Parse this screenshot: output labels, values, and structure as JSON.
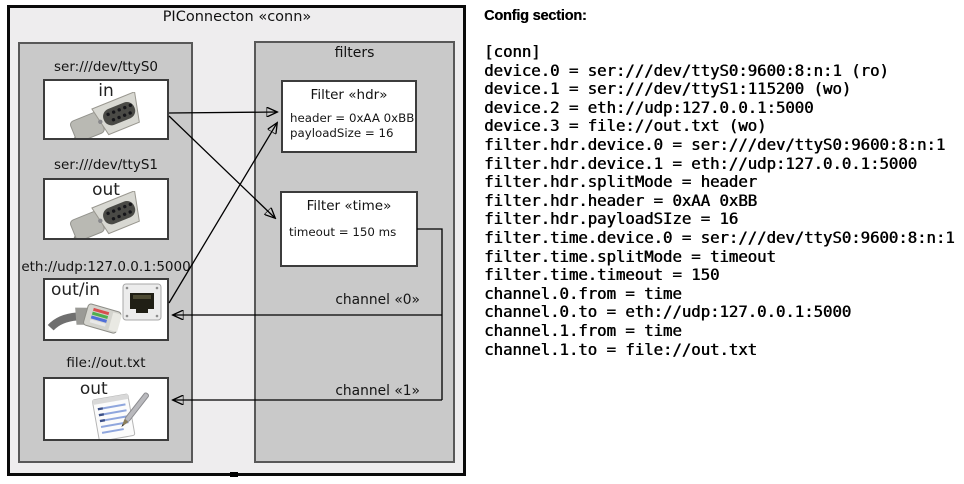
{
  "diagram": {
    "title": "PIConnecton «conn»",
    "devices": [
      {
        "label": "ser:///dev/ttyS0",
        "direction": "in",
        "icon": "serial-port-photo"
      },
      {
        "label": "ser:///dev/ttyS1",
        "direction": "out",
        "icon": "serial-port-photo"
      },
      {
        "label": "eth://udp:127.0.0.1:5000",
        "direction": "out/in",
        "icon": "ethernet-cable-photo"
      },
      {
        "label": "file://out.txt",
        "direction": "out",
        "icon": "notepad-icon"
      }
    ],
    "filters_title": "filters",
    "filters": [
      {
        "title": "Filter «hdr»",
        "attributes": [
          "header = 0xAA 0xBB",
          "payloadSize = 16"
        ]
      },
      {
        "title": "Filter «time»",
        "attributes": [
          "timeout = 150 ms"
        ]
      }
    ],
    "channels": [
      {
        "label": "channel «0»"
      },
      {
        "label": "channel «1»"
      }
    ],
    "colors": {
      "panel_fill": "#c9c9c9",
      "surface_fill": "#eeedee",
      "box_fill": "#ffffff"
    }
  },
  "config": {
    "heading": "Config section:",
    "lines": [
      "[conn]",
      "device.0 = ser:///dev/ttyS0:9600:8:n:1 (ro)",
      "device.1 = ser:///dev/ttyS1:115200 (wo)",
      "device.2 = eth://udp:127.0.0.1:5000",
      "device.3 = file://out.txt (wo)",
      "filter.hdr.device.0 = ser:///dev/ttyS0:9600:8:n:1",
      "filter.hdr.device.1 = eth://udp:127.0.0.1:5000",
      "filter.hdr.splitMode = header",
      "filter.hdr.header = 0xAA 0xBB",
      "filter.hdr.payloadSIze = 16",
      "filter.time.device.0 = ser:///dev/ttyS0:9600:8:n:1",
      "filter.time.splitMode = timeout",
      "filter.time.timeout = 150",
      "channel.0.from = time",
      "channel.0.to = eth://udp:127.0.0.1:5000",
      "channel.1.from = time",
      "channel.1.to = file://out.txt"
    ]
  }
}
